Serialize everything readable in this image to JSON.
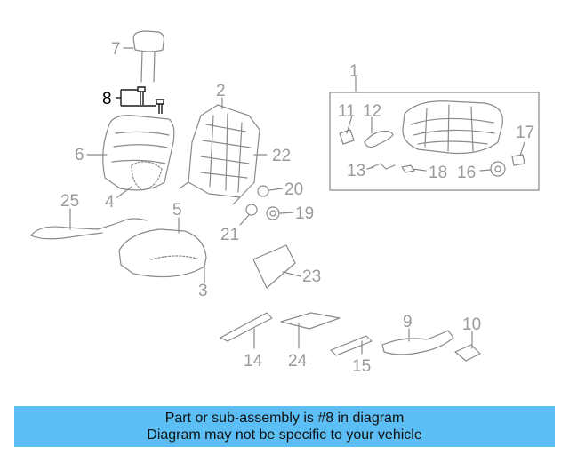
{
  "diagram": {
    "callouts": [
      {
        "id": "1",
        "text": "1"
      },
      {
        "id": "2",
        "text": "2"
      },
      {
        "id": "3",
        "text": "3"
      },
      {
        "id": "4",
        "text": "4"
      },
      {
        "id": "5",
        "text": "5"
      },
      {
        "id": "6",
        "text": "6"
      },
      {
        "id": "7",
        "text": "7"
      },
      {
        "id": "8",
        "text": "8"
      },
      {
        "id": "9",
        "text": "9"
      },
      {
        "id": "10",
        "text": "10"
      },
      {
        "id": "11",
        "text": "11"
      },
      {
        "id": "12",
        "text": "12"
      },
      {
        "id": "13",
        "text": "13"
      },
      {
        "id": "14",
        "text": "14"
      },
      {
        "id": "15",
        "text": "15"
      },
      {
        "id": "16",
        "text": "16"
      },
      {
        "id": "17",
        "text": "17"
      },
      {
        "id": "18",
        "text": "18"
      },
      {
        "id": "19",
        "text": "19"
      },
      {
        "id": "20",
        "text": "20"
      },
      {
        "id": "21",
        "text": "21"
      },
      {
        "id": "22",
        "text": "22"
      },
      {
        "id": "23",
        "text": "23"
      },
      {
        "id": "24",
        "text": "24"
      },
      {
        "id": "25",
        "text": "25"
      }
    ],
    "highlighted_part": "8",
    "colors": {
      "highlight": "#000000",
      "parts": "#8a8a8a",
      "banner": "#5bbef5"
    }
  },
  "banner": {
    "line1": "Part or sub-assembly is #8 in diagram",
    "line2": "Diagram may not be specific to your vehicle"
  }
}
